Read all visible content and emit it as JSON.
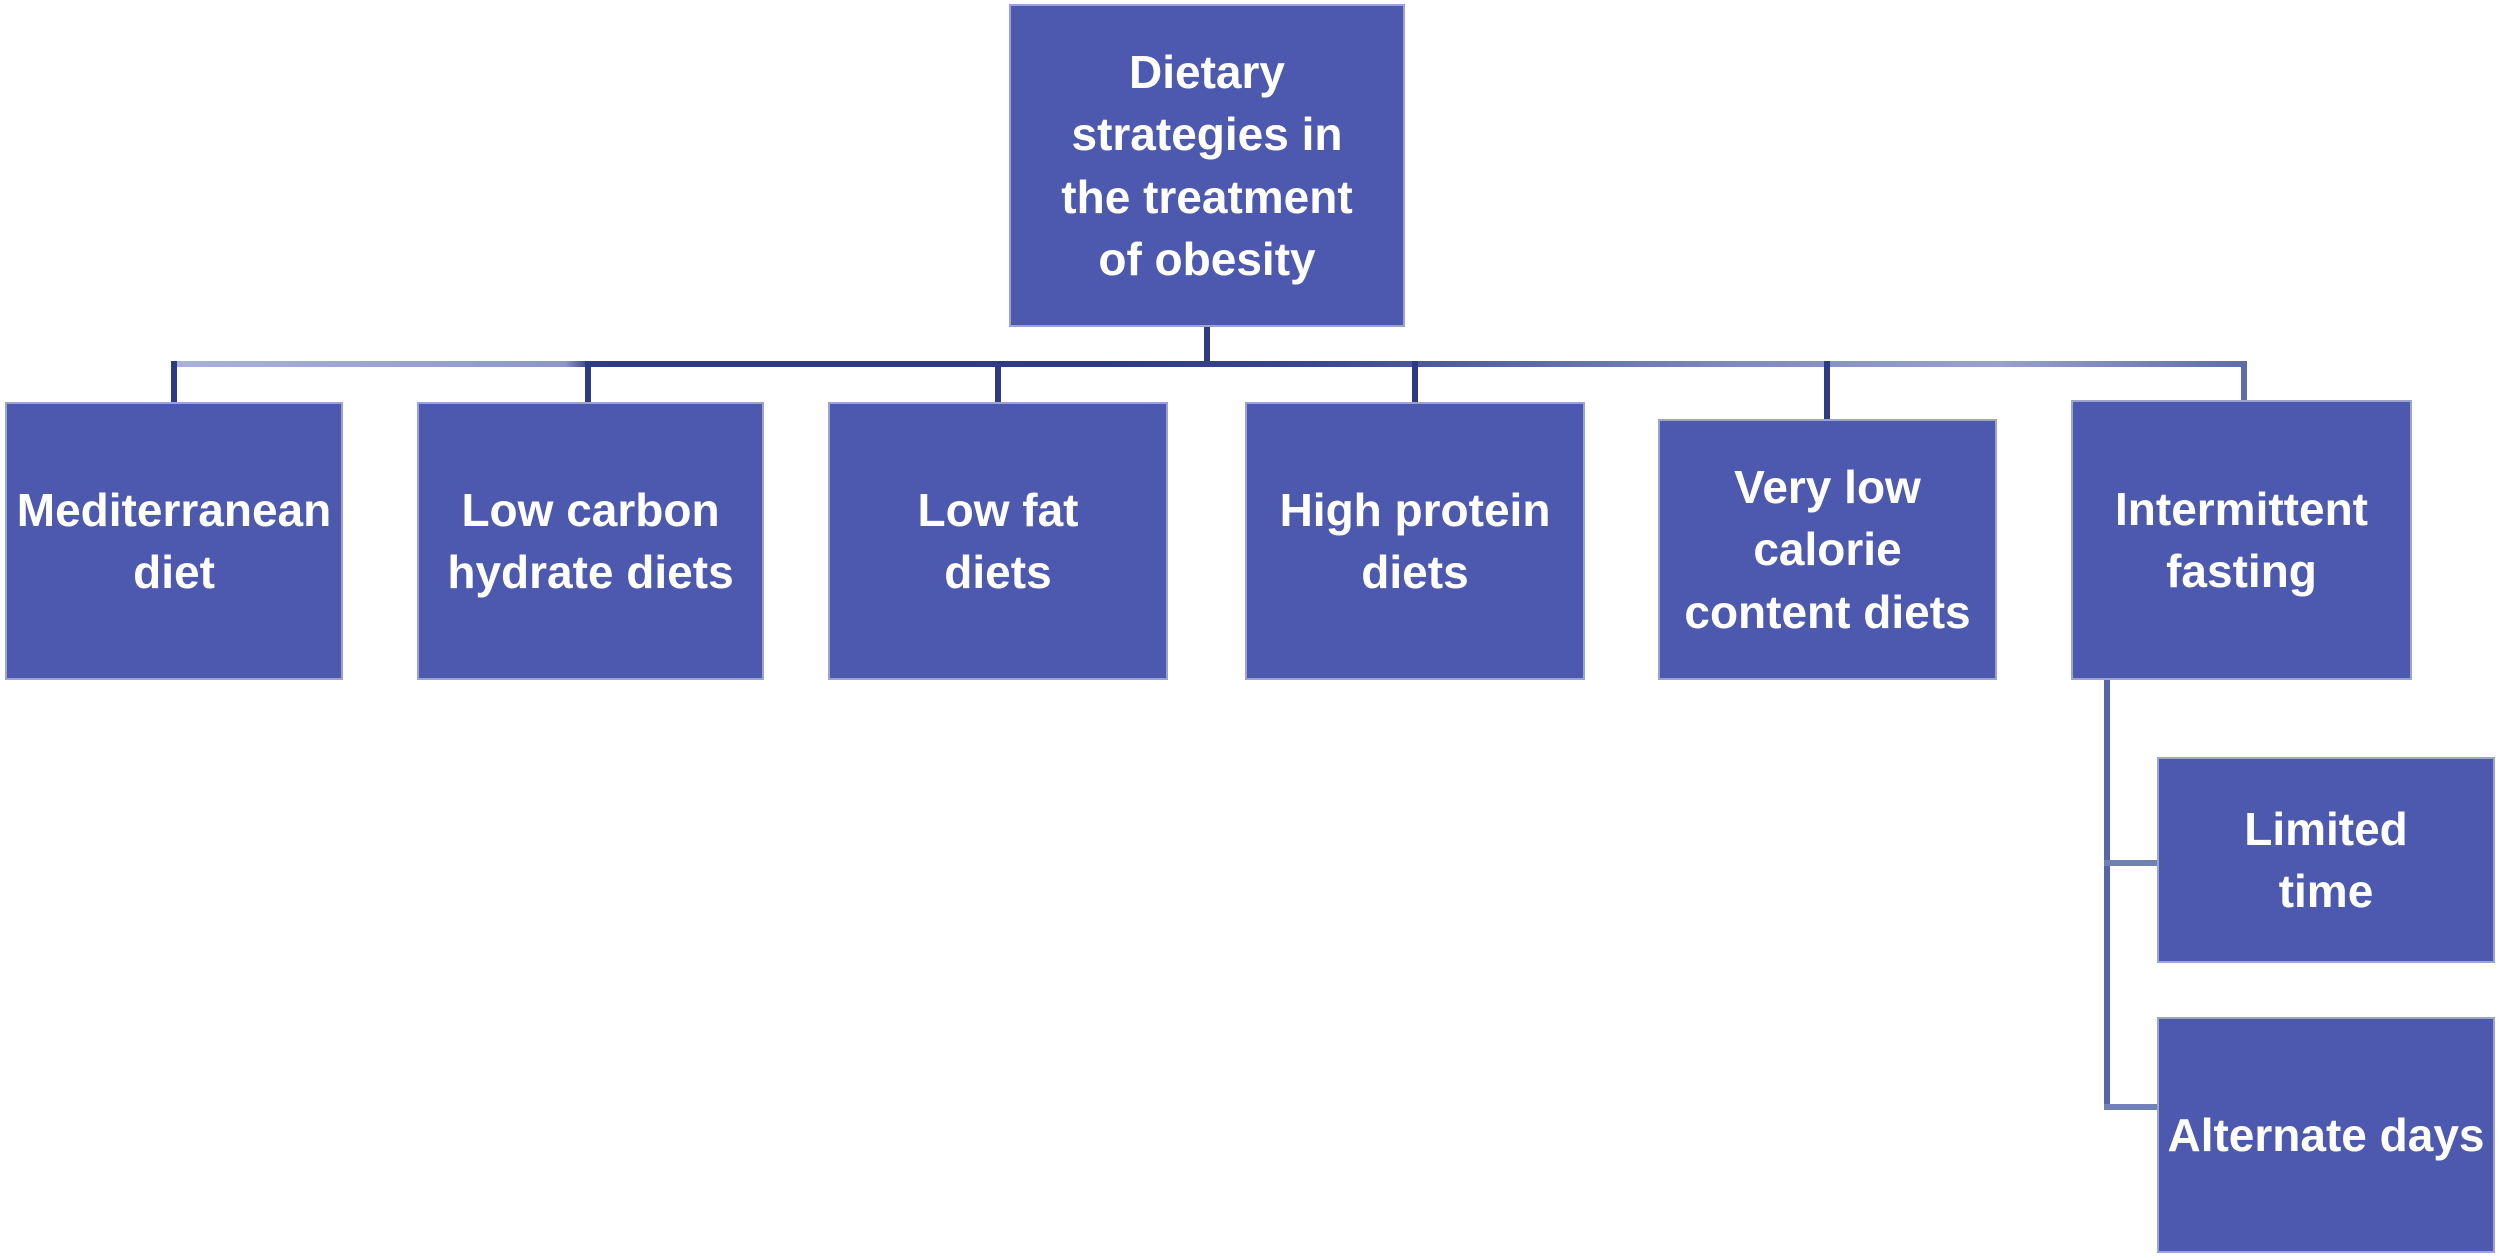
{
  "diagram": {
    "root": {
      "label": "Dietary\nstrategies in\nthe treatment\nof obesity"
    },
    "children": [
      {
        "label": "Mediterranean\ndiet"
      },
      {
        "label": "Low carbon\nhydrate diets"
      },
      {
        "label": "Low fat\ndiets"
      },
      {
        "label": "High protein\ndiets"
      },
      {
        "label": "Very low\ncalorie\ncontent diets"
      },
      {
        "label": "Intermittent\nfasting",
        "children": [
          {
            "label": "Limited\ntime"
          },
          {
            "label": "Alternate days"
          }
        ]
      }
    ],
    "colors": {
      "box_fill": "#4c59ae",
      "box_border": "#9aa4ce",
      "text": "#ffffff",
      "connector_dark": "#2e3b80",
      "connector_medium": "#5e6ca8",
      "connector_light": "#aab3d6",
      "background": "#ffffff"
    }
  }
}
